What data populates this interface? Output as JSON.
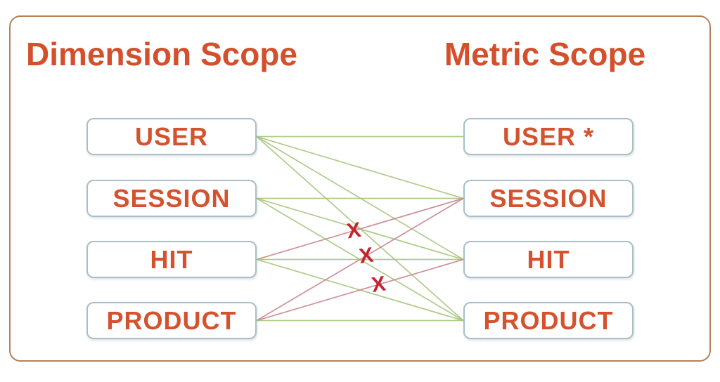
{
  "diagram": {
    "left": {
      "title": "Dimension Scope",
      "nodes": [
        {
          "id": "user",
          "label": "USER"
        },
        {
          "id": "session",
          "label": "SESSION"
        },
        {
          "id": "hit",
          "label": "HIT"
        },
        {
          "id": "product",
          "label": "PRODUCT"
        }
      ]
    },
    "right": {
      "title": "Metric Scope",
      "nodes": [
        {
          "id": "user",
          "label": "USER *"
        },
        {
          "id": "session",
          "label": "SESSION"
        },
        {
          "id": "hit",
          "label": "HIT"
        },
        {
          "id": "product",
          "label": "PRODUCT"
        }
      ]
    },
    "edges": [
      {
        "from": "user",
        "to": "user",
        "valid": true
      },
      {
        "from": "user",
        "to": "session",
        "valid": true
      },
      {
        "from": "user",
        "to": "hit",
        "valid": true
      },
      {
        "from": "user",
        "to": "product",
        "valid": true
      },
      {
        "from": "session",
        "to": "session",
        "valid": true
      },
      {
        "from": "session",
        "to": "hit",
        "valid": true
      },
      {
        "from": "session",
        "to": "product",
        "valid": true
      },
      {
        "from": "hit",
        "to": "session",
        "valid": false
      },
      {
        "from": "hit",
        "to": "hit",
        "valid": true
      },
      {
        "from": "hit",
        "to": "product",
        "valid": true
      },
      {
        "from": "product",
        "to": "session",
        "valid": false
      },
      {
        "from": "product",
        "to": "hit",
        "valid": false
      },
      {
        "from": "product",
        "to": "product",
        "valid": true
      }
    ],
    "invalid_marker": "X",
    "colors": {
      "title_text": "#d4502c",
      "node_text": "#d4532e",
      "node_border": "#a9bec8",
      "frame_border": "#b5825a",
      "valid_edge": "#a6c57e",
      "invalid_edge": "#cb8490",
      "x_mark": "#c32430"
    }
  }
}
